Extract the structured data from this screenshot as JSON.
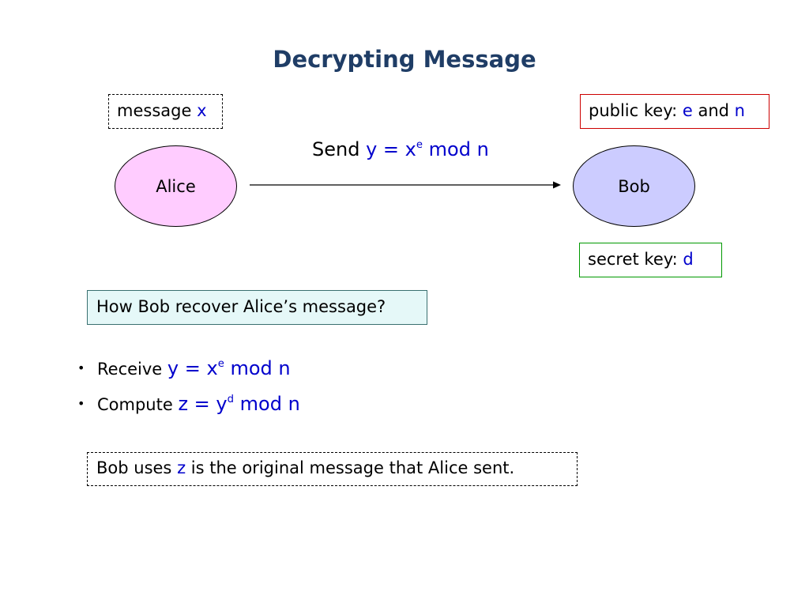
{
  "title": "Decrypting Message",
  "message_box": {
    "label": "message",
    "var": "x"
  },
  "public_key_box": {
    "label": "public key:",
    "e": "e",
    "and": "and",
    "n": "n"
  },
  "secret_key_box": {
    "label": "secret key:",
    "d": "d"
  },
  "alice": "Alice",
  "bob": "Bob",
  "send": {
    "verb": "Send",
    "lhs": "y = x",
    "exp": "e",
    "rhs": "mod n"
  },
  "question": "How Bob recover Alice’s message?",
  "steps": [
    {
      "bullet": "•",
      "verb": "Receive",
      "lhs": "y = x",
      "exp": "e",
      "rhs": "mod n"
    },
    {
      "bullet": "•",
      "verb": "Compute",
      "lhs": "z = y",
      "exp": "d",
      "rhs": "mod n"
    }
  ],
  "conclusion": {
    "pre": "Bob uses",
    "var": "z",
    "post": "is the original message that Alice sent."
  },
  "colors": {
    "title": "#1f3d66",
    "math": "#0000cc",
    "alice_fill": "#ffccff",
    "bob_fill": "#ccccff",
    "public_border": "#cc0000",
    "secret_border": "#009900",
    "question_fill": "#e5f8f8"
  }
}
